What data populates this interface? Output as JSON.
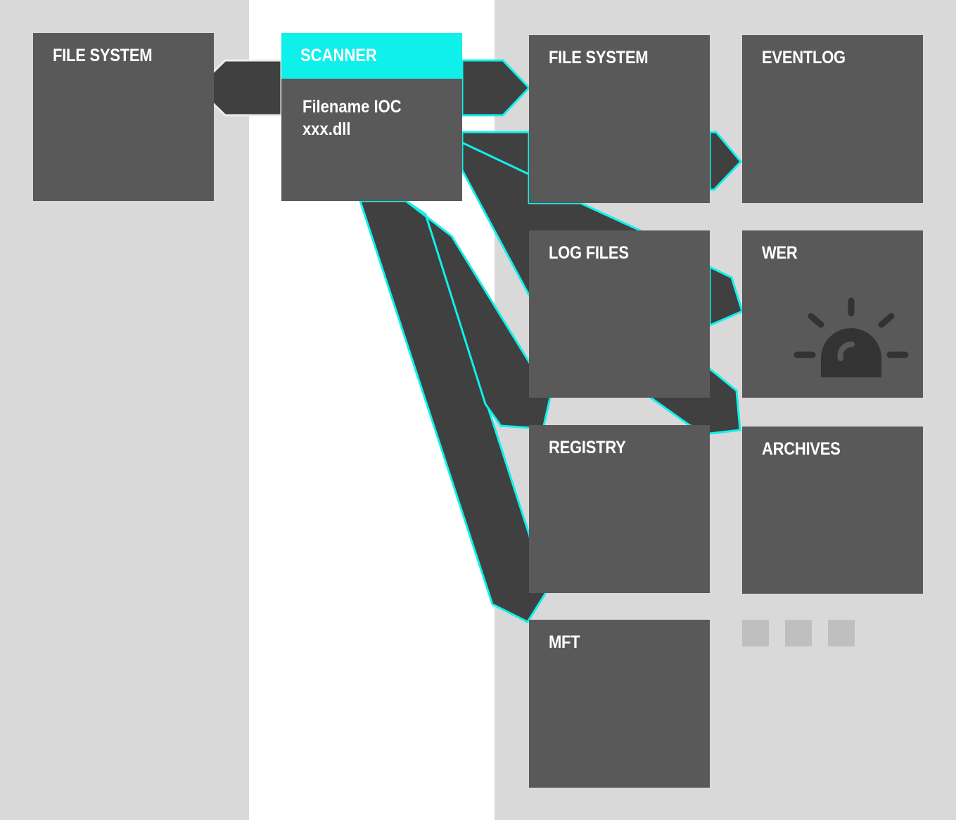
{
  "source": {
    "title": "FILE SYSTEM"
  },
  "scanner": {
    "title": "SCANNER",
    "line1": "Filename IOC",
    "line2": "xxx.dll"
  },
  "targets": {
    "file_system": "FILE SYSTEM",
    "eventlog": "EVENTLOG",
    "log_files": "LOG FILES",
    "wer": "WER",
    "registry": "REGISTRY",
    "archives": "ARCHIVES",
    "mft": "MFT"
  },
  "wer_icon": "alarm-siren-icon",
  "colors": {
    "accent": "#10f0ea",
    "box": "#595959",
    "connector": "#404040",
    "panel": "#d9d9d9",
    "placeholder": "#bfbfbf"
  }
}
